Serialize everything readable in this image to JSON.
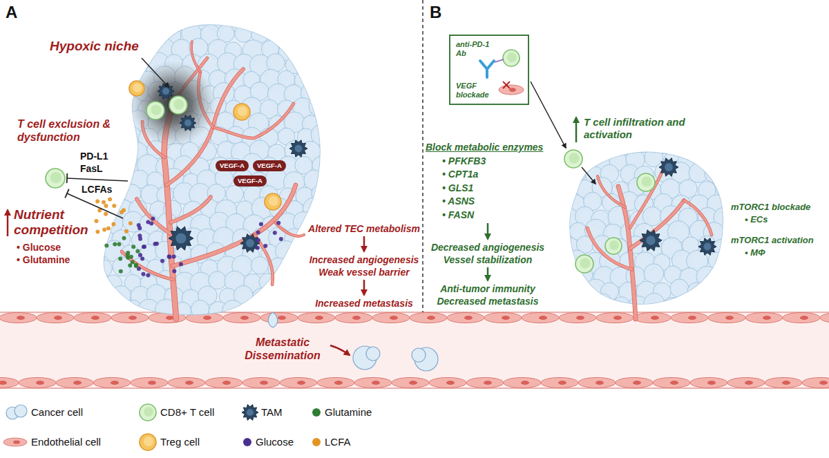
{
  "diagram": {
    "nodes": [
      {
        "text": [
          "VEGF-A"
        ]
      },
      {
        "text": [
          "VEGF-A"
        ]
      },
      {
        "text": [
          "VEGF-A"
        ]
      },
      {
        "text": [
          "Altered TEC metabolism"
        ]
      },
      {
        "text": [
          "Increased angiogenesis",
          "Weak vessel barrier"
        ]
      },
      {
        "text": [
          "Increased metastasis"
        ]
      },
      {
        "text": [
          "anti-PD-1 Ab",
          "VEGF blockade"
        ]
      },
      {
        "text": [
          "Block metabolic enzymes",
          "• PFKFB3",
          "• CPT1a",
          "• GLS1",
          "• ASNS",
          "• FASN"
        ]
      },
      {
        "text": [
          "Decreased angiogenesis",
          "Vessel stabilization"
        ]
      },
      {
        "text": [
          "Anti-tumor immunity",
          "Decreased metastasis"
        ]
      }
    ],
    "edges": [
      {
        "from": 3,
        "to": 4,
        "arrow": "to"
      },
      {
        "from": 4,
        "to": 5,
        "arrow": "to"
      },
      {
        "from": 7,
        "to": 8,
        "arrow": "to"
      },
      {
        "from": 8,
        "to": 9,
        "arrow": "to"
      }
    ],
    "labels": [
      "A",
      "Hypoxic niche",
      "T cell exclusion & dysfunction",
      "PD-L1",
      "FasL",
      "LCFAs",
      "Nutrient competition",
      "• Glucose",
      "• Glutamine",
      "Metastatic Dissemination",
      "B",
      "T cell infiltration and activation",
      "mTORC1 blockade",
      "• ECs",
      "mTORC1 activation",
      "• MΦ"
    ],
    "legend": [
      {
        "text": "Cancer cell"
      },
      {
        "text": "CD8+ T cell"
      },
      {
        "text": "TAM"
      },
      {
        "text": "Glutamine",
        "color": "#2f7d32"
      },
      {
        "text": "Endothelial cell"
      },
      {
        "text": "Treg cell"
      },
      {
        "text": "Glucose",
        "color": "#4a2f91"
      },
      {
        "text": "LCFA",
        "color": "#e39423"
      }
    ]
  }
}
